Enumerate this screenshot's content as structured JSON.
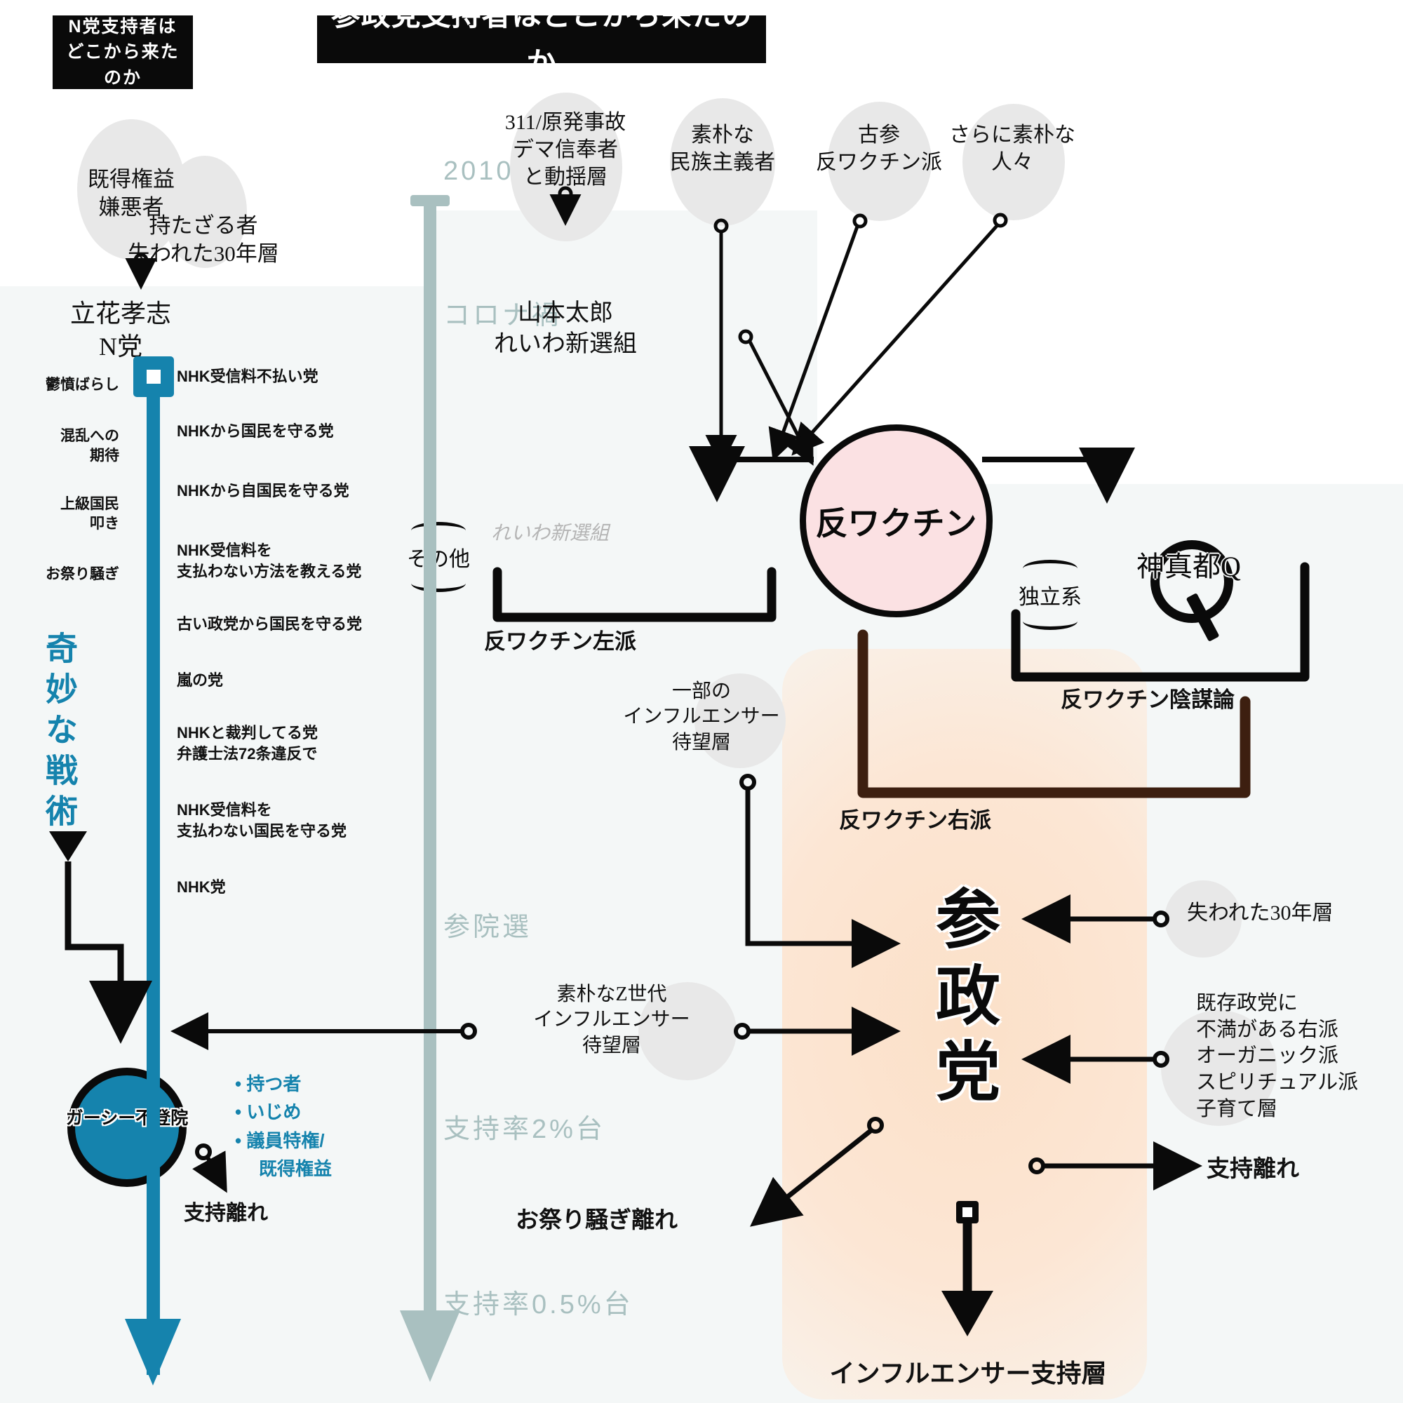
{
  "titles": {
    "left_plate": "N党支持者は\nどこから来たのか",
    "main_plate": "参政党支持者はどこから来たのか"
  },
  "eras": [
    {
      "label": "2010年代"
    },
    {
      "label": "コロナ禍"
    },
    {
      "label": "参院選"
    },
    {
      "label": "支持率2%台"
    },
    {
      "label": "支持率0.5%台"
    }
  ],
  "left_branch": {
    "origin_blobs": [
      {
        "label": "既得権益\n嫌悪者"
      },
      {
        "label": "持たざる者\n失われた30年層"
      }
    ],
    "leader": "立花孝志\nN党",
    "triggers": [
      {
        "label": "鬱憤ばらし"
      },
      {
        "label": "混乱への\n　　期待"
      },
      {
        "label": "上級国民\n　　叩き"
      },
      {
        "label": "お祭り騒ぎ"
      }
    ],
    "vertical_tactic": "奇妙な戦術",
    "party_names": [
      "NHK受信料不払い党",
      "NHKから国民を守る党",
      "NHKから自国民を守る党",
      "NHK受信料を\n支払わない方法を教える党",
      "古い政党から国民を守る党",
      "嵐の党",
      "NHKと裁判してる党\n弁護士法72条違反で",
      "NHK受信料を\n支払わない国民を守る党",
      "NHK党"
    ],
    "node_label": "ガーシー不登院",
    "bullets": [
      "• 持つ者",
      "• いじめ",
      "• 議員特権/",
      "既得権益"
    ],
    "outcome": "支持離れ"
  },
  "right_branch": {
    "origin_blobs": [
      {
        "label": "311/原発事故\nデマ信奉者\nと動揺層"
      },
      {
        "label": "素朴な\n民族主義者"
      },
      {
        "label": "古参\n反ワクチン派"
      },
      {
        "label": "さらに素朴な\n人々"
      }
    ],
    "reiwa_leader": "山本太郎\nれいわ新選組",
    "reiwa_gray": "れいわ新選組",
    "other_label": "その他",
    "vax_circle": "反ワクチン",
    "independent_label": "独立系",
    "qparty_label": "神真都Q",
    "bracket_left": "反ワクチン左派",
    "bracket_right": "反ワクチン右派",
    "bracket_conspiracy": "反ワクチン陰謀論",
    "influencer_blob": "一部の\nインフルエンサー\n待望層",
    "z_gen_blob": "素朴なZ世代\nインフルエンサー\n待望層",
    "lost30_blob": "失われた30年層",
    "discontent_blob": "既存政党に\n不満がある右派\nオーガニック派\nスピリチュアル派\n子育て層",
    "sanseito": "参\n政\n党",
    "festival_leave": "お祭り騒ぎ離れ",
    "support_leave": "支持離れ",
    "influencer_support": "インフルエンサー支持層"
  },
  "colors": {
    "blue": "#1583ad",
    "era_gray": "#a9c0c0",
    "pink": "#fbe1e3",
    "orange": "#fbe0c8",
    "panel": "#f4f7f7",
    "blob": "#e8e8e8",
    "ink": "#0a0a0a"
  }
}
